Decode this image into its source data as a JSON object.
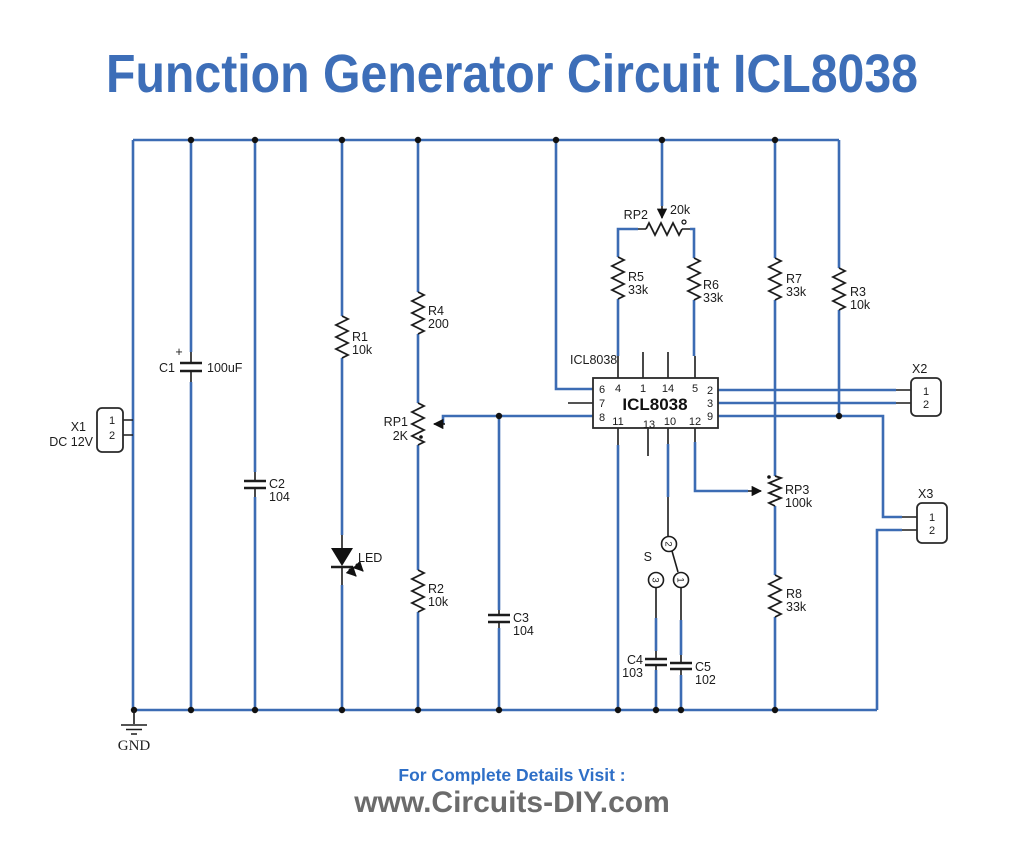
{
  "title": "Function Generator Circuit ICL8038",
  "footer": {
    "line1": "For Complete Details Visit :",
    "line2": "www.Circuits-DIY.com"
  },
  "colors": {
    "wire": "#3c6cb4",
    "title": "#3d6eb8",
    "footer_heading": "#2e6fc7",
    "footer_site": "#6b6b6b",
    "ink": "#1c1c1c"
  },
  "ground_label": "GND",
  "connectors": {
    "x1": {
      "ref": "X1",
      "sub": "DC 12V",
      "pin1": "1",
      "pin2": "2"
    },
    "x2": {
      "ref": "X2",
      "pin1": "1",
      "pin2": "2"
    },
    "x3": {
      "ref": "X3",
      "pin1": "1",
      "pin2": "2"
    }
  },
  "ic": {
    "name": "ICL8038",
    "outside_label": "ICL8038",
    "pins": {
      "top": [
        "4",
        "1",
        "14",
        "5"
      ],
      "left": [
        "6",
        "7",
        "8"
      ],
      "right": [
        "2",
        "3",
        "9"
      ],
      "bottom": [
        "11",
        "13",
        "10",
        "12"
      ]
    }
  },
  "components": {
    "c1": {
      "ref": "C1",
      "value": "100uF",
      "polarity": "+"
    },
    "c2": {
      "ref": "C2",
      "value": "104"
    },
    "c3": {
      "ref": "C3",
      "value": "104"
    },
    "c4": {
      "ref": "C4",
      "value": "103"
    },
    "c5": {
      "ref": "C5",
      "value": "102"
    },
    "r1": {
      "ref": "R1",
      "value": "10k"
    },
    "r2": {
      "ref": "R2",
      "value": "10k"
    },
    "r3": {
      "ref": "R3",
      "value": "10k"
    },
    "r4": {
      "ref": "R4",
      "value": "200"
    },
    "r5": {
      "ref": "R5",
      "value": "33k"
    },
    "r6": {
      "ref": "R6",
      "value": "33k"
    },
    "r7": {
      "ref": "R7",
      "value": "33k"
    },
    "r8": {
      "ref": "R8",
      "value": "33k"
    },
    "rp1": {
      "ref": "RP1",
      "value": "2K"
    },
    "rp2": {
      "ref": "RP2",
      "value": "20k"
    },
    "rp3": {
      "ref": "RP3",
      "value": "100k"
    },
    "led": {
      "ref": "LED"
    },
    "switch": {
      "ref": "S",
      "contacts": [
        "2",
        "3",
        "1"
      ]
    }
  }
}
